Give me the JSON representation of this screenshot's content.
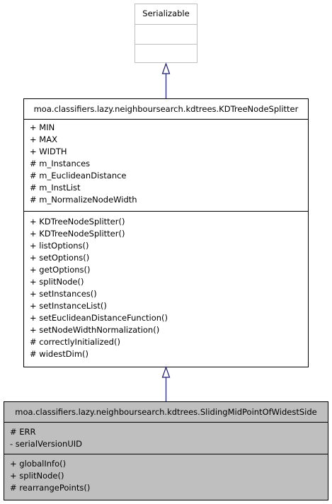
{
  "classes": {
    "serializable": {
      "name": "Serializable",
      "attributes": [],
      "methods": []
    },
    "splitter": {
      "name": "moa.classifiers.lazy.neighboursearch.kdtrees.KDTreeNodeSplitter",
      "attributes": [
        "+ MIN",
        "+ MAX",
        "+ WIDTH",
        "# m_Instances",
        "# m_EuclideanDistance",
        "# m_InstList",
        "# m_NormalizeNodeWidth"
      ],
      "methods": [
        "+ KDTreeNodeSplitter()",
        "+ KDTreeNodeSplitter()",
        "+ listOptions()",
        "+ setOptions()",
        "+ getOptions()",
        "+ splitNode()",
        "+ setInstances()",
        "+ setInstanceList()",
        "+ setEuclideanDistanceFunction()",
        "+ setNodeWidthNormalization()",
        "# correctlyInitialized()",
        "# widestDim()"
      ]
    },
    "sliding": {
      "name": "moa.classifiers.lazy.neighboursearch.kdtrees.SlidingMidPointOfWidestSide",
      "attributes": [
        "# ERR",
        "- serialVersionUID"
      ],
      "methods": [
        "+ globalInfo()",
        "+ splitNode()",
        "# rearrangePoints()"
      ]
    }
  },
  "colors": {
    "line": "#191970",
    "shaded": "#bfbfbf",
    "grey_border": "#bfbfbf"
  }
}
